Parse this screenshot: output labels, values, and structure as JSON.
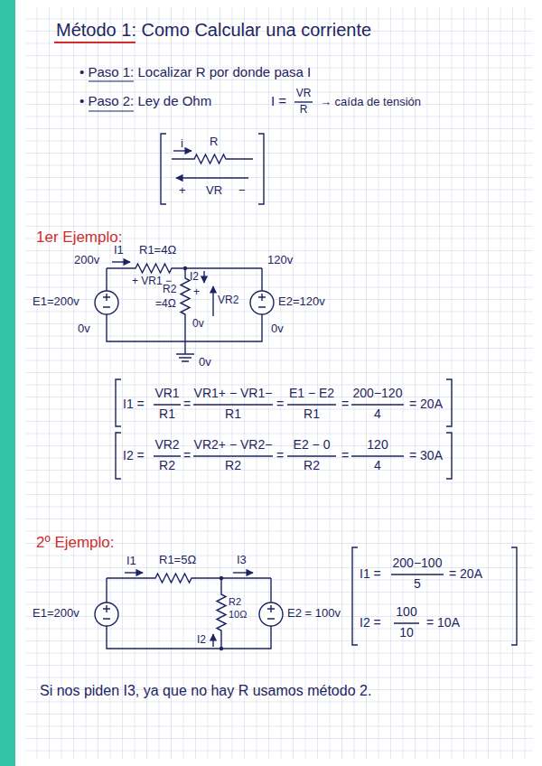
{
  "diagram": {
    "title": "Método 1: Como Calcular una corriente",
    "labels": [
      "• Paso 1: Localizar R por donde pasa I",
      "• Paso 2: Ley de Ohm",
      "I =",
      "VR",
      "R",
      "→ caída de tensión",
      "i",
      "R",
      "+",
      "VR",
      "−",
      "1er Ejemplo:",
      "I1",
      "R1=4Ω",
      "200v",
      "+ VR1 −",
      "I2",
      "+",
      "R2",
      "=4Ω",
      "0v",
      "VR2",
      "120v",
      "E1=200v",
      "E2=120v",
      "0v",
      "0v",
      "0v",
      "I1 =",
      "VR1",
      "R1",
      "=",
      "VR1+ − VR1−",
      "R1",
      "=",
      "E1 − E2",
      "R1",
      "=",
      "200−120",
      "4",
      "= 20A",
      "I2 =",
      "VR2",
      "R2",
      "=",
      "VR2+ − VR2−",
      "R2",
      "=",
      "E2 − 0",
      "R2",
      "=",
      "120",
      "4",
      "= 30A",
      "2º Ejemplo:",
      "I1",
      "R1=5Ω",
      "I3",
      "E1=200v",
      "R2",
      "10Ω",
      "I2",
      "E2 = 100v",
      "I1 =",
      "200−100",
      "5",
      "= 20A",
      "I2 =",
      "100",
      "10",
      "= 10A",
      "Si nos piden I3, ya que no hay R usamos método 2."
    ]
  }
}
